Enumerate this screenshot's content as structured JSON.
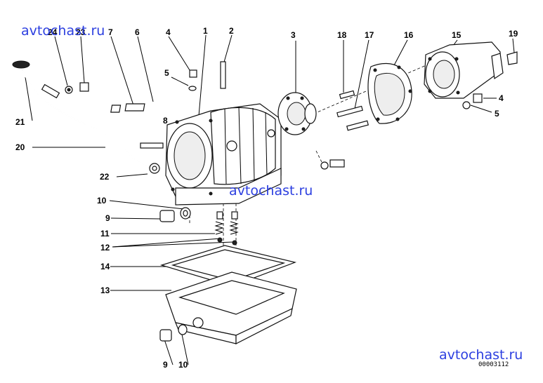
{
  "watermarks": {
    "top_left": "avtochast.ru",
    "center": "avtochast.ru",
    "bottom_right": "avtochast.ru"
  },
  "diagram_code": "00003112",
  "callouts": {
    "c1": "1",
    "c2": "2",
    "c3": "3",
    "c4a": "4",
    "c4b": "4",
    "c5a": "5",
    "c5b": "5",
    "c6": "6",
    "c7": "7",
    "c8": "8",
    "c9a": "9",
    "c9b": "9",
    "c10a": "10",
    "c10b": "10",
    "c11": "11",
    "c12": "12",
    "c13": "13",
    "c14": "14",
    "c15": "15",
    "c16": "16",
    "c17": "17",
    "c18": "18",
    "c19": "19",
    "c20": "20",
    "c21": "21",
    "c22": "22",
    "c23": "23",
    "c24": "24"
  }
}
